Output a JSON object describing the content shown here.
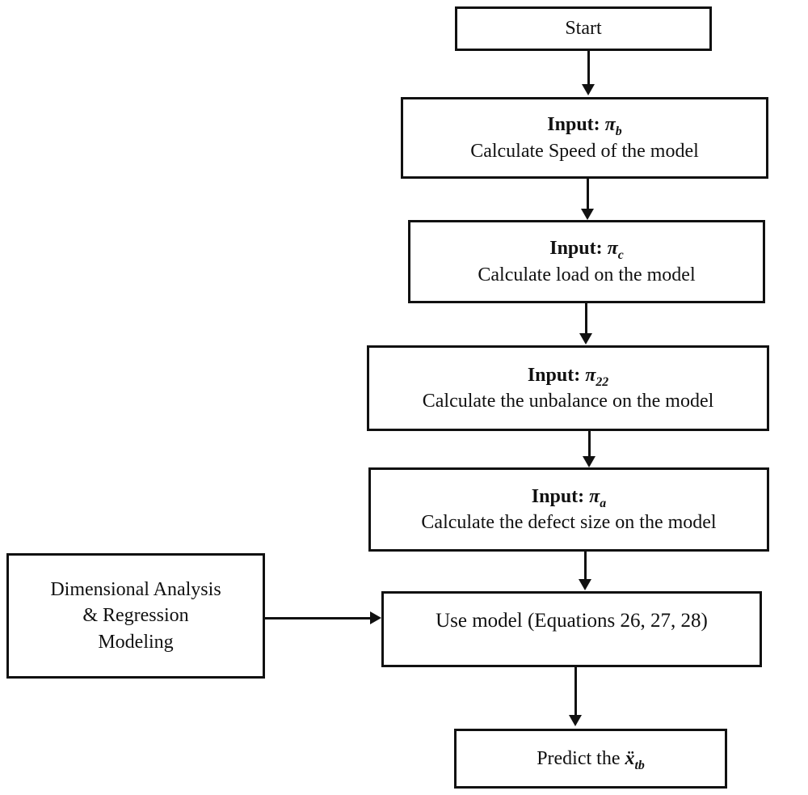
{
  "diagram": {
    "colors": {
      "ink": "#111111",
      "background": "#ffffff"
    },
    "nodes": {
      "start": {
        "label": "Start"
      },
      "input_b": {
        "title": "Input: ",
        "symbol": "π",
        "subscript": "b",
        "description": "Calculate Speed of the model"
      },
      "input_c": {
        "title": "Input: ",
        "symbol": "π",
        "subscript": "c",
        "description": "Calculate load on the model"
      },
      "input_22": {
        "title": "Input: ",
        "symbol": "π",
        "subscript": "22",
        "description": "Calculate the unbalance on the model"
      },
      "input_a": {
        "title": "Input: ",
        "symbol": "π",
        "subscript": "a",
        "description": "Calculate the defect size on the model"
      },
      "analysis": {
        "lines": [
          "Dimensional Analysis",
          "& Regression",
          "Modeling"
        ]
      },
      "use_model": {
        "label": "Use model (Equations 26, 27, 28)"
      },
      "predict": {
        "prefix": "Predict the ",
        "symbol": "ẍ",
        "subscript": "tb"
      }
    }
  }
}
